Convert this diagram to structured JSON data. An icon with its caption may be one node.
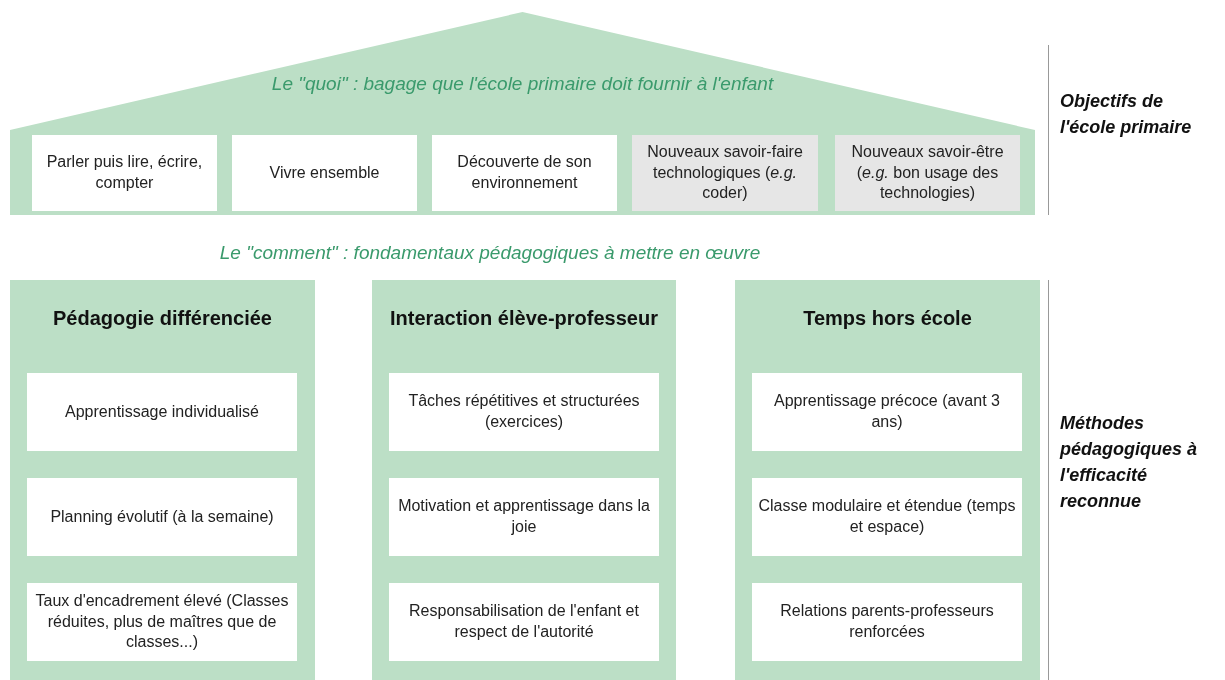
{
  "diagram": {
    "nodes": [
      {
        "text": [
          "Le \"quoi\" : bagage que l'école primaire doit fournir à l'enfant"
        ]
      },
      {
        "text": [
          "Parler puis lire, écrire, compter"
        ],
        "in": 0
      },
      {
        "text": [
          "Vivre ensemble"
        ],
        "in": 0
      },
      {
        "text": [
          "Découverte de son environnement"
        ],
        "in": 0
      },
      {
        "text": [
          "Nouveaux savoir-faire technologiques (*e.g.* coder)"
        ],
        "in": 0
      },
      {
        "text": [
          "Nouveaux savoir-être (*e.g.* bon usage des technologies)"
        ],
        "in": 0
      },
      {
        "text": [
          "Pédagogie différenciée"
        ]
      },
      {
        "text": [
          "Apprentissage individualisé"
        ],
        "in": 6
      },
      {
        "text": [
          "Planning évolutif (à la semaine)"
        ],
        "in": 6
      },
      {
        "text": [
          "Taux d'encadrement élevé (Classes réduites, plus de maîtres que de classes...)"
        ],
        "in": 6
      },
      {
        "text": [
          "Interaction élève-professeur"
        ]
      },
      {
        "text": [
          "Tâches répétitives et structurées (exercices)"
        ],
        "in": 10
      },
      {
        "text": [
          "Motivation et apprentissage dans la joie"
        ],
        "in": 10
      },
      {
        "text": [
          "Responsabilisation de l'enfant et respect de l'autorité"
        ],
        "in": 10
      },
      {
        "text": [
          "Temps hors école"
        ]
      },
      {
        "text": [
          "Apprentissage précoce (avant 3 ans)"
        ],
        "in": 14
      },
      {
        "text": [
          "Classe modulaire et étendue (temps et espace)"
        ],
        "in": 14
      },
      {
        "text": [
          "Relations parents-professeurs renforcées"
        ],
        "in": 14
      }
    ],
    "edges": [],
    "labels": [
      "Objectifs de l'école primaire",
      "Le \"comment\" : fondamentaux pédagogiques à mettre en œuvre",
      "Méthodes pédagogiques à l'efficacité reconnue"
    ]
  }
}
